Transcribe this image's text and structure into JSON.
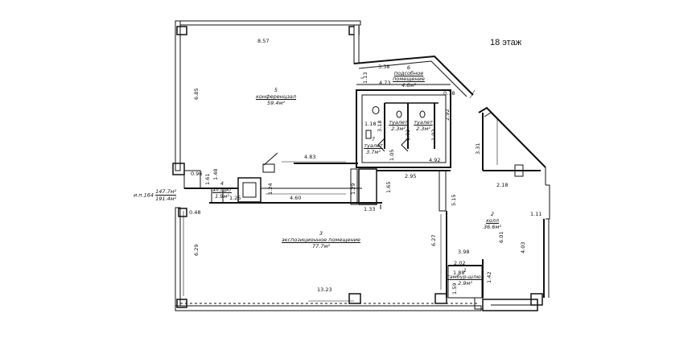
{
  "floor_label": "18 этаж",
  "legend": {
    "prefix": "и.п.164",
    "numerator": "147.7м²",
    "denominator": "191.4м²"
  },
  "rooms": [
    {
      "num": "5",
      "name": "конференцзал",
      "area": "59.4м²"
    },
    {
      "num": "6",
      "name": "подсобное помещение",
      "area": "4.6м²"
    },
    {
      "num": "7",
      "name": "туалет",
      "area": "3.7м²"
    },
    {
      "num": "",
      "name": "туалет",
      "area": "2.3м²"
    },
    {
      "num": "",
      "name": "туалет",
      "area": "2.3м²"
    },
    {
      "num": "4",
      "name": "эл.щит",
      "area": "1.9м²"
    },
    {
      "num": "3",
      "name": "экспозиционное помещение",
      "area": "77.7м²"
    },
    {
      "num": "2",
      "name": "холл",
      "area": "36.6м²"
    },
    {
      "num": "1",
      "name": "тамбур-шлюз",
      "area": "2.9м²"
    }
  ],
  "dims": {
    "conf_width": "8.57",
    "conf_height": "6.85",
    "d_338": "3.38",
    "d_473": "4.73",
    "d_113": "1.13",
    "d_078": "0.78",
    "d_118": "1.18",
    "d_318": "3.18",
    "d_292": "2.92",
    "d_192a": "1.92",
    "d_192b": "1.92",
    "d_331": "3.31",
    "d_483": "4.83",
    "d_105": "1.05",
    "d_492": "4.92",
    "d_096": "0.96",
    "d_161": "1.61",
    "d_148": "1.48",
    "d_124": "1.24",
    "d_129": "1.29",
    "d_165": "1.65",
    "d_295": "2.95",
    "d_218": "2.18",
    "d_125": "1.25",
    "d_460": "4.60",
    "d_133": "1.33",
    "d_515": "5.15",
    "d_111": "1.11",
    "d_048": "0.48",
    "d_629": "6.29",
    "d_627": "6.27",
    "d_398": "3.98",
    "d_601": "6.01",
    "d_403": "4.03",
    "d_202": "2.02",
    "d_188": "1.88",
    "d_142": "1.42",
    "d_159": "1.59",
    "d_1323": "13.23"
  }
}
